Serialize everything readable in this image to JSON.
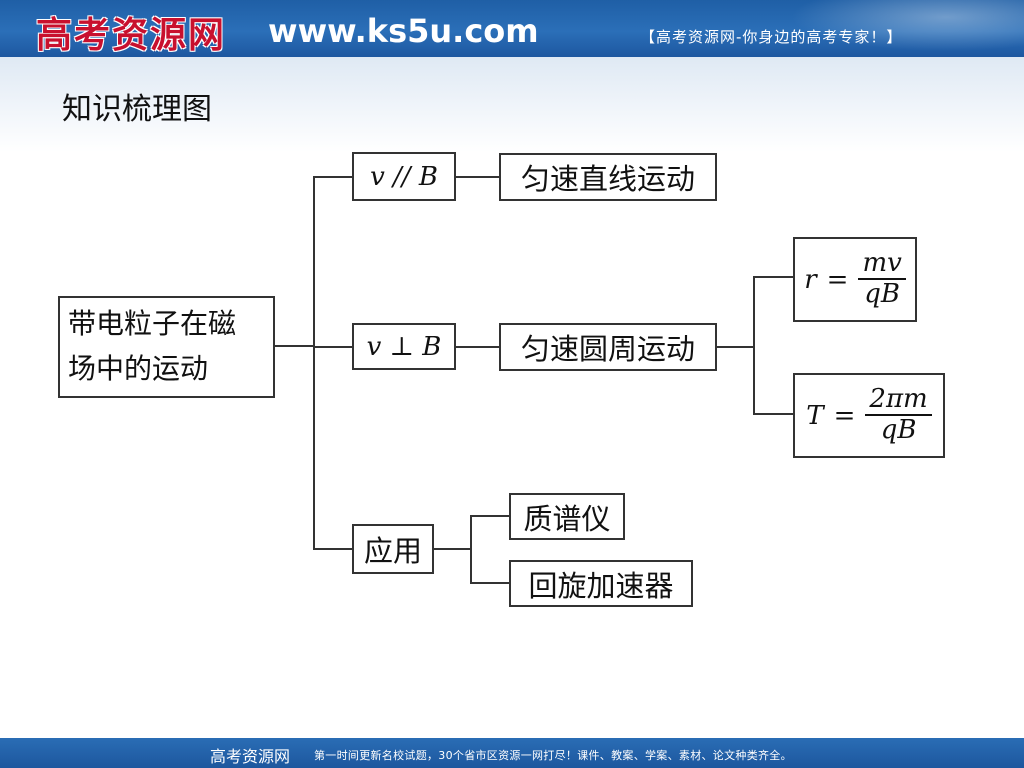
{
  "header": {
    "logo_text": "高考资源网",
    "url": "www.ks5u.com",
    "slogan": "【高考资源网-你身边的高考专家！】"
  },
  "title": "知识梳理图",
  "diagram": {
    "root": {
      "line1": "带电粒子在磁",
      "line2": "场中的运动"
    },
    "branch_parallel": {
      "condition": "v // B",
      "result": "匀速直线运动"
    },
    "branch_perpendicular": {
      "condition": "v ⊥ B",
      "result": "匀速圆周运动",
      "formula_radius": {
        "lhs": "r",
        "num": "mv",
        "den": "qB"
      },
      "formula_period": {
        "lhs": "T",
        "num": "2πm",
        "den": "qB"
      }
    },
    "branch_application": {
      "label": "应用",
      "items": [
        "质谱仪",
        "回旋加速器"
      ]
    }
  },
  "footer": {
    "brand": "高考资源网",
    "description": "第一时间更新名校试题，30个省市区资源一网打尽！课件、教案、学案、素材、论文种类齐全。"
  }
}
